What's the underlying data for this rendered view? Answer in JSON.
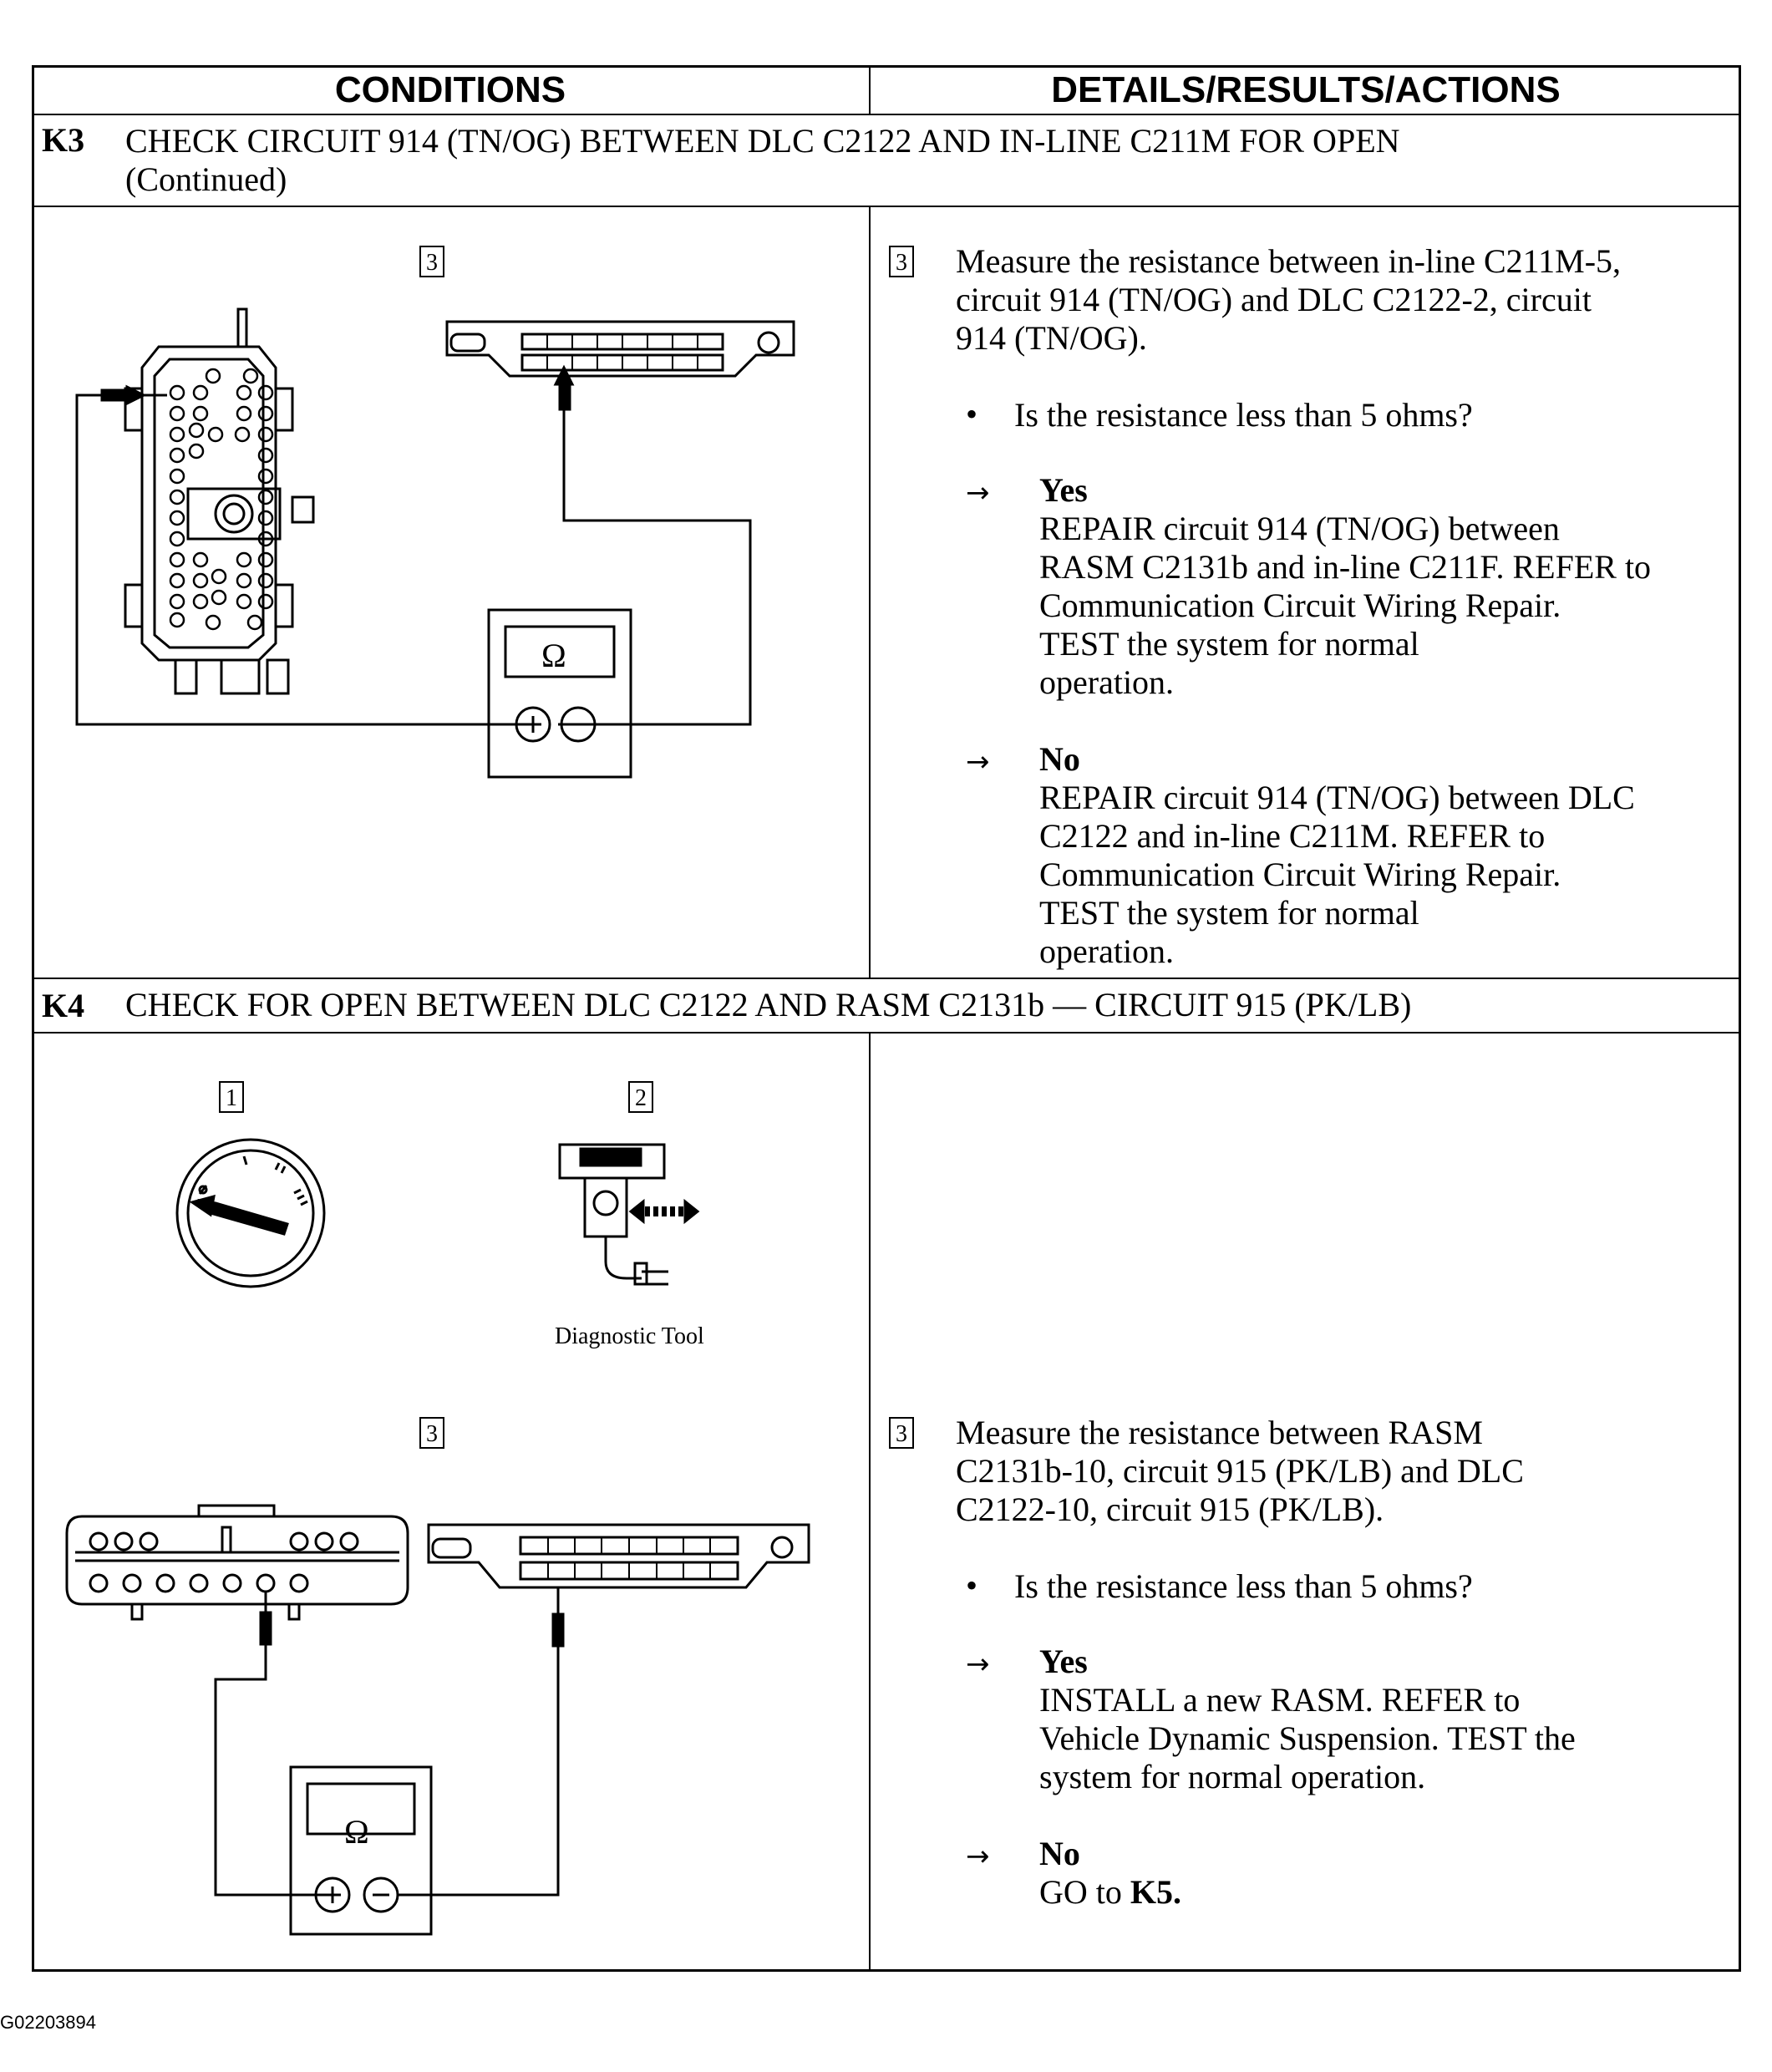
{
  "columns": {
    "conditions": "CONDITIONS",
    "details": "DETAILS/RESULTS/ACTIONS"
  },
  "k3": {
    "id": "K3",
    "title_line1": "CHECK CIRCUIT 914 (TN/OG) BETWEEN DLC C2122 AND IN-LINE C211M FOR OPEN",
    "title_line2": "(Continued)",
    "figure_step": "3",
    "meter_symbol": "Ω",
    "step_num": "3",
    "step_lines": [
      "Measure the resistance between in-line C211M-5,",
      "circuit 914 (TN/OG) and DLC C2122-2, circuit",
      "914 (TN/OG)."
    ],
    "bullet": "•",
    "question": "Is the resistance less than 5 ohms?",
    "arrow": "→",
    "yes_label": "Yes",
    "yes_lines": [
      "REPAIR circuit 914 (TN/OG) between",
      "RASM C2131b and in-line C211F. REFER to",
      "Communication Circuit Wiring Repair.",
      "TEST the system for normal",
      "operation."
    ],
    "no_label": "No",
    "no_lines": [
      "REPAIR circuit 914 (TN/OG) between DLC",
      "C2122 and in-line C211M. REFER to",
      "Communication Circuit Wiring Repair.",
      "TEST the system for normal",
      "operation."
    ]
  },
  "k4": {
    "id": "K4",
    "title": "CHECK FOR OPEN BETWEEN DLC C2122 AND RASM C2131b — CIRCUIT 915 (PK/LB)",
    "fig1_step": "1",
    "fig2_step": "2",
    "tool_caption": "Diagnostic Tool",
    "fig3_step": "3",
    "meter_symbol": "Ω",
    "step_num": "3",
    "step_lines": [
      "Measure the resistance between RASM",
      "C2131b-10, circuit 915 (PK/LB) and DLC",
      "C2122-10, circuit 915 (PK/LB)."
    ],
    "bullet": "•",
    "question": "Is the resistance less than 5 ohms?",
    "arrow": "→",
    "yes_label": "Yes",
    "yes_lines": [
      "INSTALL a new RASM.  REFER to",
      "Vehicle Dynamic Suspension.  TEST the",
      "system for normal operation."
    ],
    "no_label": "No",
    "no_text": "GO to ",
    "no_target": "K5."
  },
  "figure_id": "G02203894"
}
